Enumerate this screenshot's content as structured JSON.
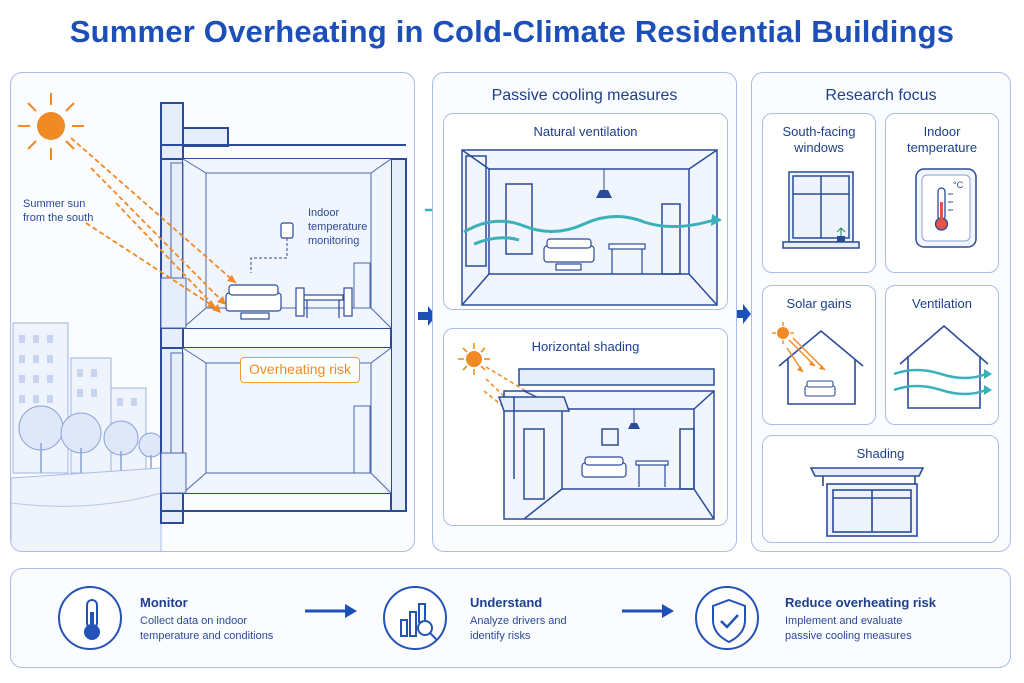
{
  "title": "Summer Overheating in Cold-Climate Residential Buildings",
  "building": {
    "sun_label": "Summer sun\nfrom the south",
    "sensor_label": "Indoor\ntemperature\nmonitoring",
    "risk_label": "Overheating risk"
  },
  "passive": {
    "title": "Passive cooling measures",
    "natural_ventilation": "Natural ventilation",
    "horizontal_shading": "Horizontal shading"
  },
  "research": {
    "title": "Research focus",
    "cards": {
      "south_windows": "South-facing\nwindows",
      "indoor_temp": "Indoor\ntemperature",
      "solar_gains": "Solar gains",
      "ventilation": "Ventilation",
      "shading": "Shading"
    },
    "thermometer_unit": "°C"
  },
  "steps": [
    {
      "title": "Monitor",
      "desc": "Collect data on indoor\ntemperature and conditions",
      "icon": "thermometer-icon"
    },
    {
      "title": "Understand",
      "desc": "Analyze drivers and\nidentify risks",
      "icon": "chart-magnifier-icon"
    },
    {
      "title": "Reduce overheating risk",
      "desc": "Implement and evaluate\npassive cooling measures",
      "icon": "shield-check-icon"
    }
  ],
  "colors": {
    "accent_blue": "#1d4fb8",
    "sun_orange": "#f08a24",
    "air_teal": "#3ab0b8",
    "line": "#2a4a9a"
  }
}
